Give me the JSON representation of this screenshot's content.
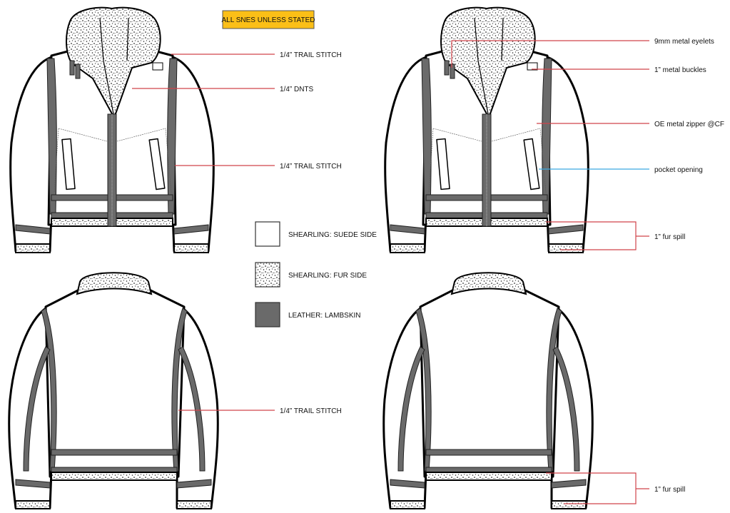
{
  "header": {
    "badge": "ALL SNES UNLESS STATED"
  },
  "callouts": {
    "front_left": [
      "1/4” TRAIL STITCH",
      "1/4” DNTS",
      "1/4” TRAIL STITCH"
    ],
    "front_right": [
      "9mm metal eyelets",
      "1” metal buckles",
      "OE metal zipper @CF",
      "pocket opening",
      "1” fur spill"
    ],
    "back_left": [
      "1/4” TRAIL STITCH"
    ],
    "back_right": [
      "1” fur spill"
    ]
  },
  "legend": [
    {
      "label": "SHEARLING: SUEDE SIDE",
      "swatch": "#ffffff"
    },
    {
      "label": "SHEARLING: FUR SIDE",
      "swatch": "fur"
    },
    {
      "label": "LEATHER: LAMBSKIN",
      "swatch": "#6a6a6a"
    }
  ],
  "colors": {
    "badge": "#fbbf17",
    "callout_red": "#d0434a",
    "callout_blue": "#3aa7e0",
    "leather": "#6a6a6a"
  }
}
